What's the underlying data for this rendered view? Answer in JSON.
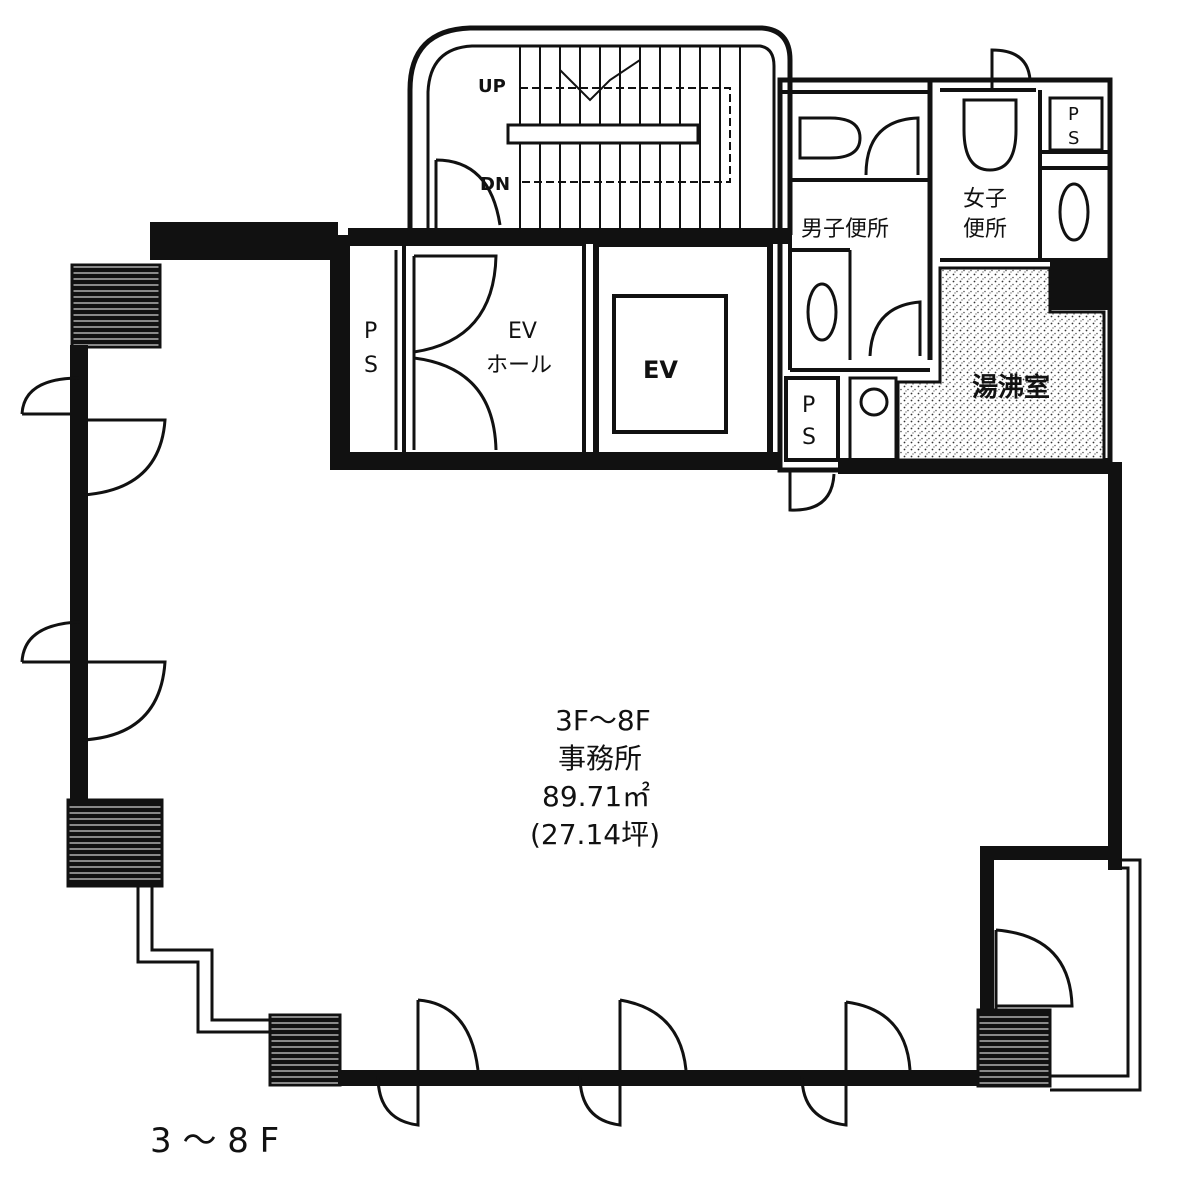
{
  "floor_caption": "3 ～ 8 F",
  "office": {
    "floors": "3F～8F",
    "name": "事務所",
    "area_m2": "89.71㎡",
    "area_tsubo": "(27.14坪)"
  },
  "stair": {
    "up_label": "UP",
    "down_label": "DN"
  },
  "ev_hall": {
    "line1": "EV",
    "line2": "ホール"
  },
  "elevator": {
    "label": "EV"
  },
  "pipe_space": {
    "label_line1": "P",
    "label_line2": "S"
  },
  "mens_toilet": {
    "label": "男子便所"
  },
  "womens_toilet": {
    "line1": "女子",
    "line2": "便所"
  },
  "kitchenette": {
    "label": "湯沸室"
  }
}
